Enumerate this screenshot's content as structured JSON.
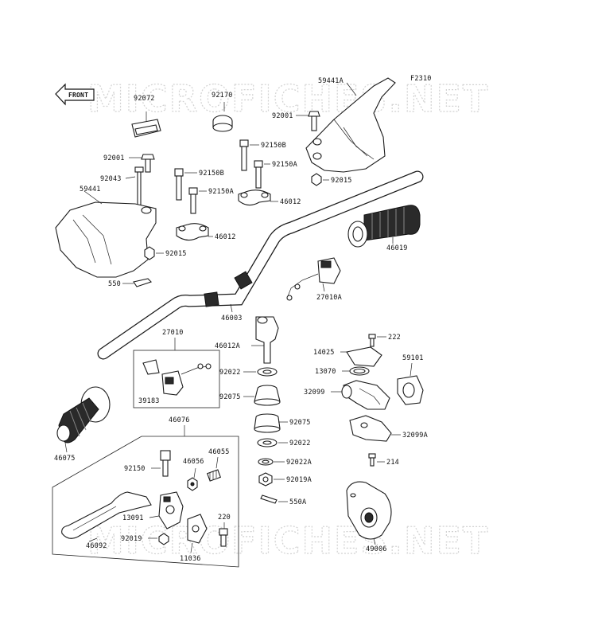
{
  "watermark": "MICROFICHES.NET",
  "figure_code": "F2310",
  "front_label": "FRONT",
  "labels": {
    "p59441A": "59441A",
    "p92072": "92072",
    "p92170": "92170",
    "p92001_top": "92001",
    "p92001_left": "92001",
    "p92150B_a": "92150B",
    "p92150B_b": "92150B",
    "p92150A_a": "92150A",
    "p92150A_b": "92150A",
    "p92043": "92043",
    "p59441": "59441",
    "p92015_top": "92015",
    "p92015_left": "92015",
    "p46012_a": "46012",
    "p46012_b": "46012",
    "p550": "550",
    "p46019": "46019",
    "p27010A": "27010A",
    "p46003": "46003",
    "p27010": "27010",
    "p46012A": "46012A",
    "p222": "222",
    "p14025": "14025",
    "p59101": "59101",
    "p13070": "13070",
    "p92022_a": "92022",
    "p92075_a": "92075",
    "p32099": "32099",
    "p39183": "39183",
    "p46076": "46076",
    "p92075_b": "92075",
    "p92022_b": "92022",
    "p32099A": "32099A",
    "p46075": "46075",
    "p46055": "46055",
    "p92150": "92150",
    "p46056": "46056",
    "p92022A": "92022A",
    "p214": "214",
    "p92019A": "92019A",
    "p550A": "550A",
    "p13091": "13091",
    "p220": "220",
    "p46092": "46092",
    "p92019": "92019",
    "p11036": "11036",
    "p49006": "49006"
  }
}
